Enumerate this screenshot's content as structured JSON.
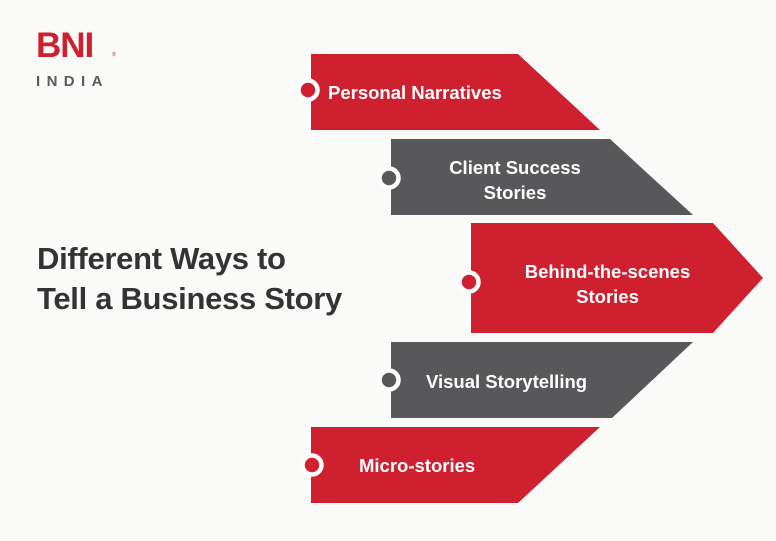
{
  "brand": {
    "name": "BNI",
    "region": "INDIA",
    "registered_mark": "®",
    "primary_color": "#cf2030",
    "secondary_color": "#58585a"
  },
  "heading": {
    "line1": "Different Ways to",
    "line2": "Tell a Business Story"
  },
  "items": [
    {
      "lines": [
        "Personal Narratives"
      ],
      "color": "#cf2030",
      "icon": "circle-bullet-icon"
    },
    {
      "lines": [
        "Client Success",
        "Stories"
      ],
      "color": "#58585a",
      "icon": "circle-bullet-icon"
    },
    {
      "lines": [
        "Behind-the-scenes",
        "Stories"
      ],
      "color": "#cf2030",
      "icon": "circle-bullet-icon"
    },
    {
      "lines": [
        "Visual Storytelling"
      ],
      "color": "#58585a",
      "icon": "circle-bullet-icon"
    },
    {
      "lines": [
        "Micro-stories"
      ],
      "color": "#cf2030",
      "icon": "circle-bullet-icon"
    }
  ]
}
